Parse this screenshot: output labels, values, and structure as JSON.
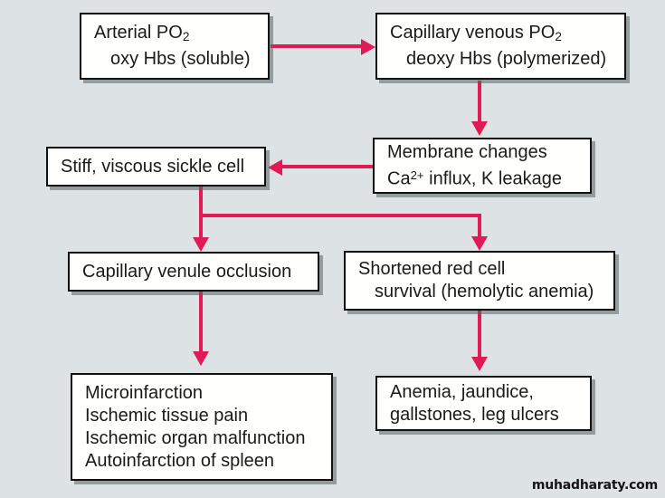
{
  "diagram": {
    "title": "Sickle cell disease pathophysiology flowchart",
    "background_color": "#dde3e4",
    "arrow_color": "#e01a54",
    "box_fill": "#fffffd",
    "box_border": "#111111"
  },
  "nodes": {
    "arterial": {
      "line1_a": "Arterial PO",
      "line1_sub": "2",
      "line2": "oxy Hbs (soluble)"
    },
    "capillary_venous": {
      "line1_a": "Capillary venous PO",
      "line1_sub": "2",
      "line2": "deoxy Hbs (polymerized)"
    },
    "membrane": {
      "line1": "Membrane changes",
      "line2_a": "Ca",
      "line2_sup": "2+",
      "line2_b": " influx, K leakage"
    },
    "sickle_cell": {
      "line1": "Stiff, viscous sickle cell"
    },
    "occlusion": {
      "line1": "Capillary venule occlusion"
    },
    "shortened": {
      "line1": "Shortened red cell",
      "line2": "survival (hemolytic anemia)"
    },
    "microinfarction": {
      "line1": "Microinfarction",
      "line2": "Ischemic tissue pain",
      "line3": "Ischemic organ malfunction",
      "line4": "Autoinfarction of spleen"
    },
    "anemia": {
      "line1": "Anemia, jaundice,",
      "line2": "gallstones, leg ulcers"
    }
  },
  "edges": [
    {
      "name": "arterial-to-capillary",
      "from": "arterial",
      "to": "capillary_venous",
      "direction": "right"
    },
    {
      "name": "capillary-to-membrane",
      "from": "capillary_venous",
      "to": "membrane",
      "direction": "down"
    },
    {
      "name": "membrane-to-sickle",
      "from": "membrane",
      "to": "sickle_cell",
      "direction": "left"
    },
    {
      "name": "sickle-to-occlusion",
      "from": "sickle_cell",
      "to": "occlusion",
      "direction": "down"
    },
    {
      "name": "sickle-to-shortened",
      "from": "sickle_cell",
      "to": "shortened",
      "direction": "down"
    },
    {
      "name": "occlusion-to-microinfarction",
      "from": "occlusion",
      "to": "microinfarction",
      "direction": "down"
    },
    {
      "name": "shortened-to-anemia",
      "from": "shortened",
      "to": "anemia",
      "direction": "down"
    }
  ],
  "watermark": {
    "text": "muhadharaty.com"
  }
}
